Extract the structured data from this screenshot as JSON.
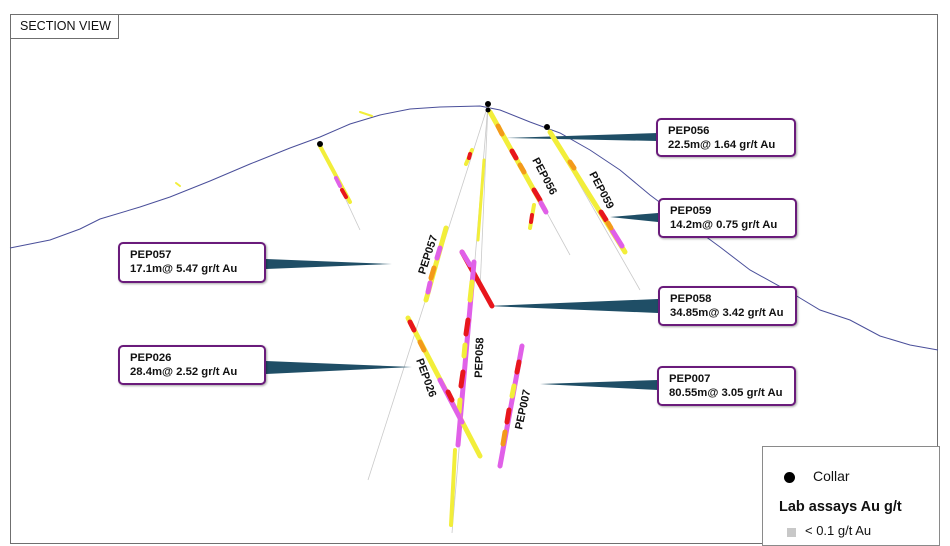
{
  "title": "SECTION VIEW",
  "holes": [
    {
      "id": "pep056",
      "label": "PEP056"
    },
    {
      "id": "pep059",
      "label": "PEP059"
    },
    {
      "id": "pep057",
      "label": "PEP057"
    },
    {
      "id": "pep058",
      "label": "PEP058"
    },
    {
      "id": "pep026",
      "label": "PEP026"
    },
    {
      "id": "pep007",
      "label": "PEP007"
    }
  ],
  "callouts": [
    {
      "id": "pep056",
      "name": "PEP056",
      "value": "22.5m@ 1.64 gr/t Au"
    },
    {
      "id": "pep059",
      "name": "PEP059",
      "value": "14.2m@ 0.75 gr/t Au"
    },
    {
      "id": "pep058",
      "name": "PEP058",
      "value": "34.85m@ 3.42 gr/t Au"
    },
    {
      "id": "pep007",
      "name": "PEP007",
      "value": "80.55m@ 3.05 gr/t Au"
    },
    {
      "id": "pep057",
      "name": "PEP057",
      "value": "17.1m@ 5.47 gr/t Au"
    },
    {
      "id": "pep026",
      "name": "PEP026",
      "value": "28.4m@ 2.52 gr/t Au"
    }
  ],
  "legend": {
    "collar_label": "Collar",
    "heading": "Lab assays Au g/t",
    "first_bin": "< 0.1 g/t Au"
  },
  "colors": {
    "topography": "#4a4f9a",
    "leader": "#1f4e66",
    "callout_border": "#6a1b7b",
    "assay_low": "#c8c8c8",
    "assay_yellow": "#f2ee3a",
    "assay_orange": "#f39a1a",
    "assay_red": "#e8161c",
    "assay_magenta": "#e060e8"
  }
}
